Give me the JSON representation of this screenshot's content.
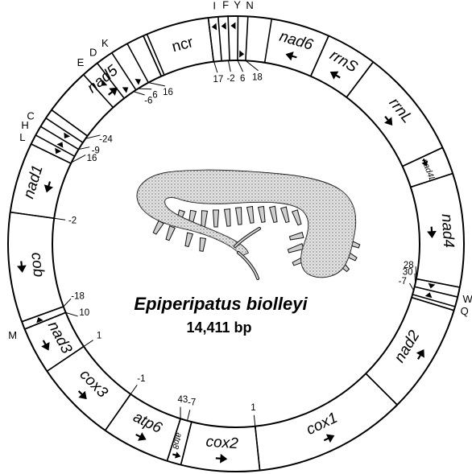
{
  "genome": {
    "species": "Epiperipatus biolleyi",
    "size_label": "14,411 bp"
  },
  "genes": [
    {
      "label": "ncr",
      "start": -23,
      "end": -7,
      "dir": "none",
      "italic": false
    },
    {
      "label": "nad6",
      "start": 9,
      "end": 24,
      "dir": "ccw",
      "italic": true
    },
    {
      "label": "rrnS",
      "start": 24,
      "end": 37,
      "dir": "ccw",
      "italic": true
    },
    {
      "label": "rrnL",
      "start": 37,
      "end": 65,
      "dir": "cw",
      "italic": true
    },
    {
      "label": "nad4L",
      "start": 65,
      "end": 72,
      "dir": "cw",
      "italic": true,
      "small": true
    },
    {
      "label": "nad4",
      "start": 72,
      "end": 101,
      "dir": "cw",
      "italic": true
    },
    {
      "label": "nad2",
      "start": 107,
      "end": 135,
      "dir": "ccw",
      "italic": true
    },
    {
      "label": "cox1",
      "start": 135,
      "end": 174,
      "dir": "ccw",
      "italic": true
    },
    {
      "label": "cox2",
      "start": 174,
      "end": 194,
      "dir": "ccw",
      "italic": true
    },
    {
      "label": "atp8",
      "start": 194,
      "end": 197.6,
      "dir": "ccw",
      "italic": true,
      "small": true
    },
    {
      "label": "atp6",
      "start": 197.6,
      "end": 215,
      "dir": "ccw",
      "italic": true
    },
    {
      "label": "cox3",
      "start": 215,
      "end": 236,
      "dir": "ccw",
      "italic": true
    },
    {
      "label": "nad3",
      "start": 236,
      "end": 248,
      "dir": "ccw",
      "italic": true
    },
    {
      "label": "cob",
      "start": 250,
      "end": 278,
      "dir": "ccw",
      "italic": true
    },
    {
      "label": "nad1",
      "start": 278,
      "end": 296,
      "dir": "ccw",
      "italic": true
    },
    {
      "label": "nad5",
      "start": 306,
      "end": 336,
      "dir": "cw",
      "italic": true
    }
  ],
  "trnas": [
    {
      "label": "E",
      "dir": "ccw"
    },
    {
      "label": "D",
      "dir": "cw"
    },
    {
      "label": "K",
      "dir": "cw"
    },
    {
      "label": "I",
      "dir": "ccw"
    },
    {
      "label": "F",
      "dir": "ccw"
    },
    {
      "label": "Y",
      "dir": "ccw"
    },
    {
      "label": "N",
      "dir": "cw"
    },
    {
      "label": "W",
      "dir": "cw"
    },
    {
      "label": "Q",
      "dir": "ccw"
    },
    {
      "label": "M",
      "dir": "cw"
    },
    {
      "label": "H",
      "dir": "ccw"
    },
    {
      "label": "C",
      "dir": "cw"
    },
    {
      "label": "L",
      "dir": "ccw"
    }
  ],
  "spacers": [
    {
      "value": "-6"
    },
    {
      "value": "6"
    },
    {
      "value": "16"
    },
    {
      "value": "17"
    },
    {
      "value": "-2"
    },
    {
      "value": "6"
    },
    {
      "value": "18"
    },
    {
      "value": "28"
    },
    {
      "value": "30"
    },
    {
      "value": "-7"
    },
    {
      "value": "1"
    },
    {
      "value": "-7"
    },
    {
      "value": "43"
    },
    {
      "value": "-1"
    },
    {
      "value": "1"
    },
    {
      "value": "10"
    },
    {
      "value": "-18"
    },
    {
      "value": "-2"
    },
    {
      "value": "16"
    },
    {
      "value": "-9"
    },
    {
      "value": "-24"
    }
  ]
}
